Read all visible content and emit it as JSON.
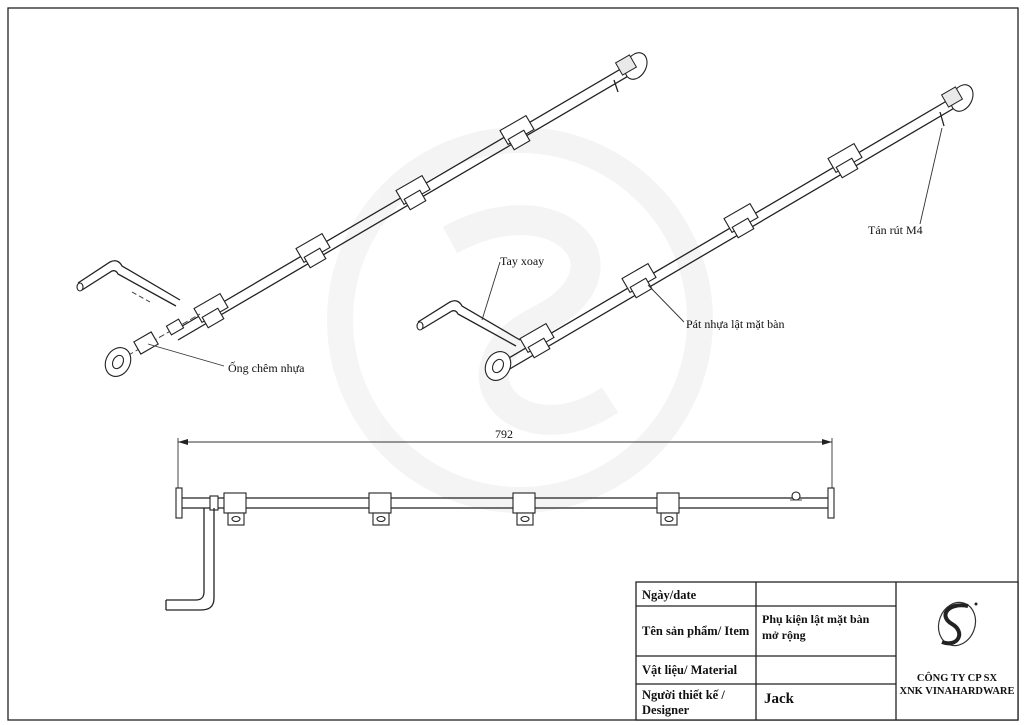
{
  "labels": {
    "sleeve": "Ống chêm nhựa",
    "crank": "Tay xoay",
    "bracket": "Pát nhựa lật mặt bàn",
    "rivet": "Tán rút M4",
    "dimension": "792"
  },
  "title_block": {
    "date_label": "Ngày/date",
    "date_value": "",
    "item_label": "Tên sản phẩm/ Item",
    "item_value_line1": "Phụ kiện lật mặt bàn",
    "item_value_line2": "mở rộng",
    "material_label": "Vật liệu/ Material",
    "material_value": "",
    "designer_label_line1": "Người thiết kế /",
    "designer_label_line2": "Designer",
    "designer_value": "Jack",
    "company_line1": "CÔNG TY CP SX",
    "company_line2": "XNK VINAHARDWARE",
    "logo_icon": "vinahardware-logo-icon"
  }
}
